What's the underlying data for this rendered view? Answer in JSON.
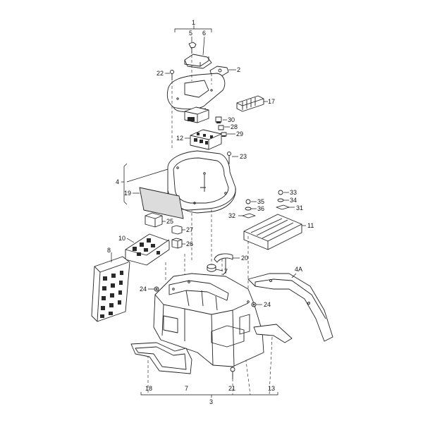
{
  "labels": {
    "l1": "1",
    "l2": "2",
    "l3": "3",
    "l4": "4",
    "l4A": "4A",
    "l5": "5",
    "l6": "6",
    "l7": "7",
    "l8": "8",
    "l10": "10",
    "l11": "11",
    "l12": "12",
    "l13": "13",
    "l17": "17",
    "l18": "18",
    "l19": "19",
    "l20": "20",
    "l21": "21",
    "l22": "22",
    "l23": "23",
    "l24a": "24",
    "l24b": "24",
    "l25": "25",
    "l26": "26",
    "l27": "27",
    "l28": "28",
    "l29": "29",
    "l30": "30",
    "l31": "31",
    "l32": "32",
    "l33": "33",
    "l34": "34",
    "l35": "35",
    "l36": "36"
  },
  "colors": {
    "ink": "#222222",
    "paper": "#ffffff"
  }
}
